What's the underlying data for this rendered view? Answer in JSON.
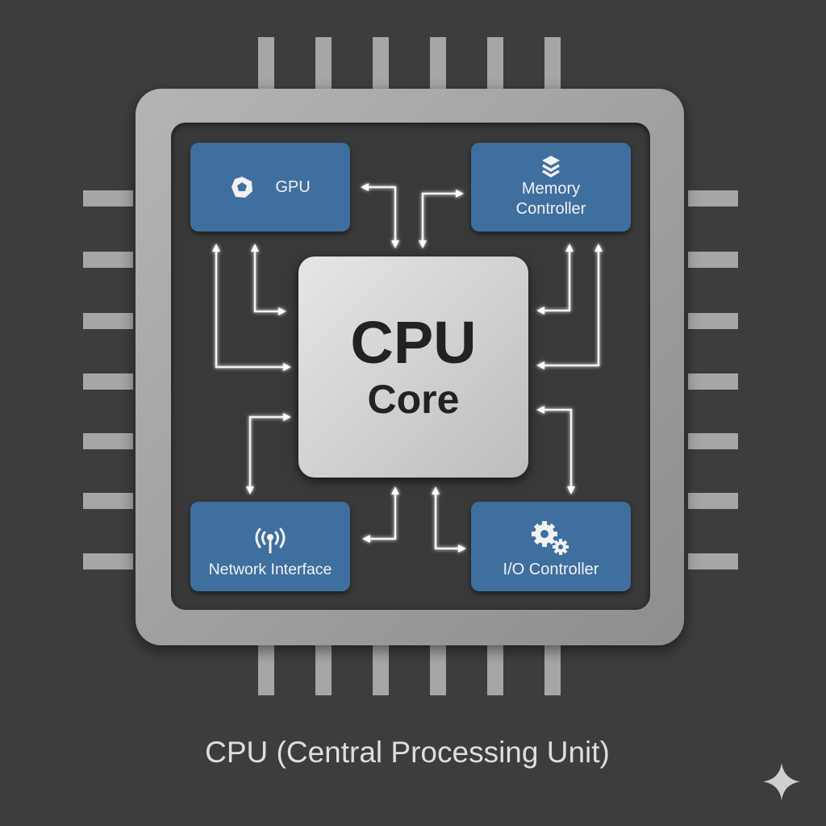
{
  "core": {
    "line1": "CPU",
    "line2": "Core"
  },
  "blocks": {
    "gpu": {
      "label": "GPU",
      "icon": "gpu-polyhedron-icon"
    },
    "memory": {
      "line1": "Memory",
      "line2": "Controller",
      "icon": "layers-icon"
    },
    "network": {
      "label": "Network Interface",
      "icon": "antenna-icon"
    },
    "io": {
      "label": "I/O Controller",
      "icon": "gears-icon"
    }
  },
  "caption": "CPU (Central Processing Unit)",
  "colors": {
    "background": "#3d3d3d",
    "block": "#3f6f9f",
    "chip": "#a6a6a6",
    "die": "#393939"
  }
}
